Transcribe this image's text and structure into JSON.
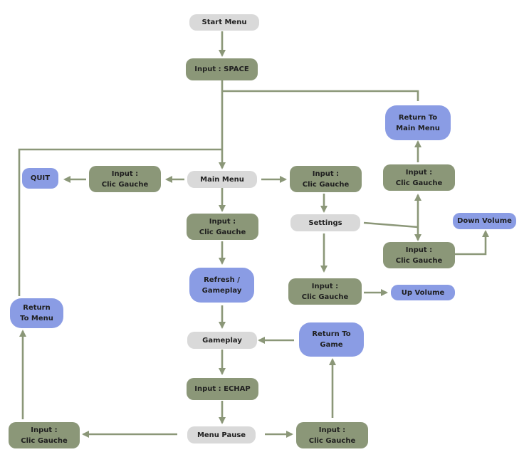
{
  "colors": {
    "state": "#d9d9d9",
    "input": "#8b9778",
    "action": "#8a9ce4",
    "connector": "#8b9778"
  },
  "nodes": {
    "start_menu": "Start Menu",
    "input_space": "Input : SPACE",
    "return_to_main_menu": "Return To\nMain Menu",
    "input_return_main": "Input :\nClic Gauche",
    "quit": "QUIT",
    "input_quit": "Input :\nClic Gauche",
    "main_menu": "Main Menu",
    "input_settings": "Input :\nClic Gauche",
    "settings": "Settings",
    "down_volume": "Down Volume",
    "input_down": "Input :\nClic Gauche",
    "input_play": "Input :\nClic Gauche",
    "refresh_gameplay": "Refresh /\nGameplay",
    "input_up": "Input :\nClic Gauche",
    "up_volume": "Up Volume",
    "return_to_menu": "Return\nTo Menu",
    "gameplay": "Gameplay",
    "return_to_game": "Return To\nGame",
    "input_echap": "Input : ECHAP",
    "input_left": "Input :\nClic Gauche",
    "menu_pause": "Menu Pause",
    "input_right": "Input :\nClic Gauche"
  }
}
